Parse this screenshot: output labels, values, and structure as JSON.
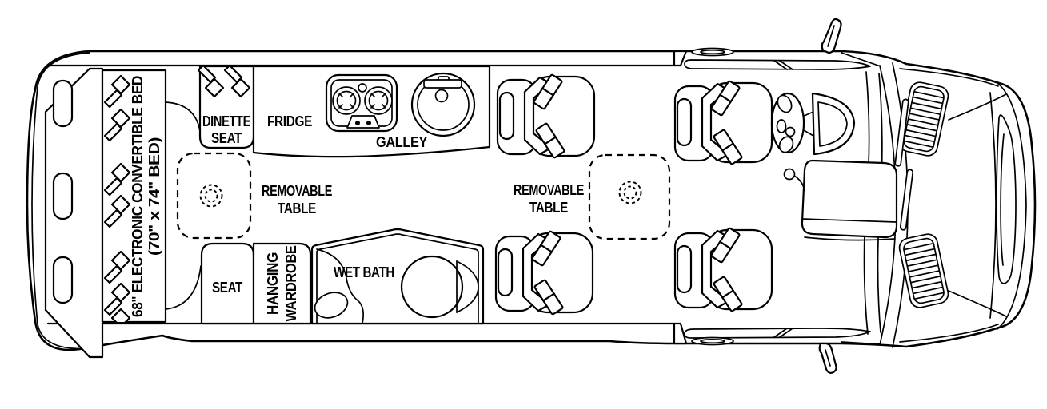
{
  "diagram": {
    "colors": {
      "line": "#000000",
      "background": "#ffffff"
    },
    "areas": {
      "bed": {
        "label_line1": "68\" ELECTRONIC CONVERTIBLE BED",
        "label_line2": "(70\" x 74\" BED)"
      },
      "dinette_seat": {
        "label_line1": "DINETTE",
        "label_line2": "SEAT"
      },
      "fridge": {
        "label": "FRIDGE"
      },
      "galley": {
        "label": "GALLEY"
      },
      "removable_table_rear": {
        "label_line1": "REMOVABLE",
        "label_line2": "TABLE"
      },
      "removable_table_front": {
        "label_line1": "REMOVABLE",
        "label_line2": "TABLE"
      },
      "seat": {
        "label": "SEAT"
      },
      "hanging_wardrobe": {
        "label_line1": "HANGING",
        "label_line2": "WARDROBE"
      },
      "wet_bath": {
        "label": "WET BATH"
      }
    }
  }
}
